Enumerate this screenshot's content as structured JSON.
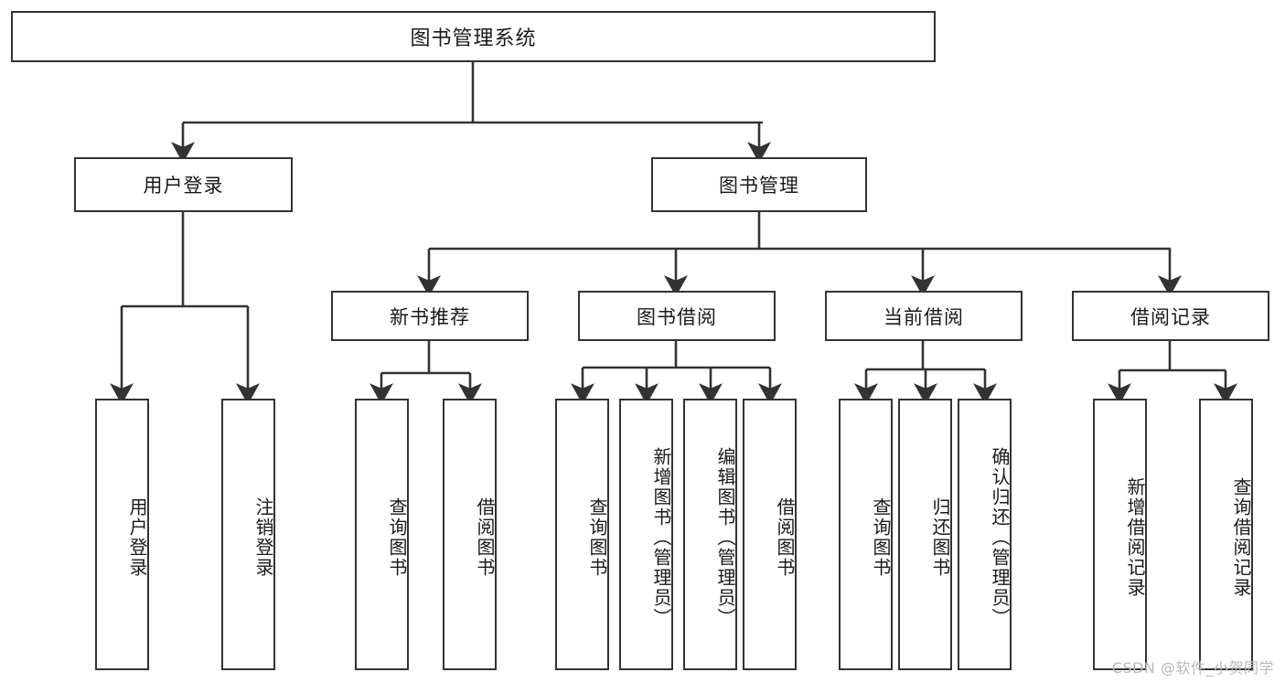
{
  "diagram": {
    "title": "图书管理系统",
    "type": "tree-hierarchy-flowchart",
    "watermark": "CSDN @软件_小贺同学",
    "colors": {
      "stroke": "#333333",
      "fill": "#ffffff",
      "text": "#1a1a1a",
      "watermark": "#b9b9b9"
    },
    "root": {
      "label": "图书管理系统"
    },
    "level2": [
      {
        "id": "user-login",
        "label": "用户登录"
      },
      {
        "id": "book-management",
        "label": "图书管理"
      }
    ],
    "level3": [
      {
        "id": "new-book-recommend",
        "label": "新书推荐"
      },
      {
        "id": "book-borrow",
        "label": "图书借阅"
      },
      {
        "id": "current-borrow",
        "label": "当前借阅"
      },
      {
        "id": "borrow-record",
        "label": "借阅记录"
      }
    ],
    "leaves": [
      {
        "id": "leaf-user-login",
        "parent": "user-login",
        "label": "用户登录"
      },
      {
        "id": "leaf-logout-login",
        "parent": "user-login",
        "label": "注销登录"
      },
      {
        "id": "leaf-query-book-1",
        "parent": "new-book-recommend",
        "label": "查询图书"
      },
      {
        "id": "leaf-borrow-book-1",
        "parent": "new-book-recommend",
        "label": "借阅图书"
      },
      {
        "id": "leaf-query-book-2",
        "parent": "book-borrow",
        "label": "查询图书"
      },
      {
        "id": "leaf-add-book",
        "parent": "book-borrow",
        "label": "新增图书（管理员）"
      },
      {
        "id": "leaf-edit-book",
        "parent": "book-borrow",
        "label": "编辑图书（管理员）"
      },
      {
        "id": "leaf-borrow-book-2",
        "parent": "book-borrow",
        "label": "借阅图书"
      },
      {
        "id": "leaf-query-book-3",
        "parent": "current-borrow",
        "label": "查询图书"
      },
      {
        "id": "leaf-return-book",
        "parent": "current-borrow",
        "label": "归还图书"
      },
      {
        "id": "leaf-confirm-return",
        "parent": "current-borrow",
        "label": "确认归还（管理员）"
      },
      {
        "id": "leaf-add-record",
        "parent": "borrow-record",
        "label": "新增借阅记录"
      },
      {
        "id": "leaf-query-record",
        "parent": "borrow-record",
        "label": "查询借阅记录"
      }
    ]
  }
}
